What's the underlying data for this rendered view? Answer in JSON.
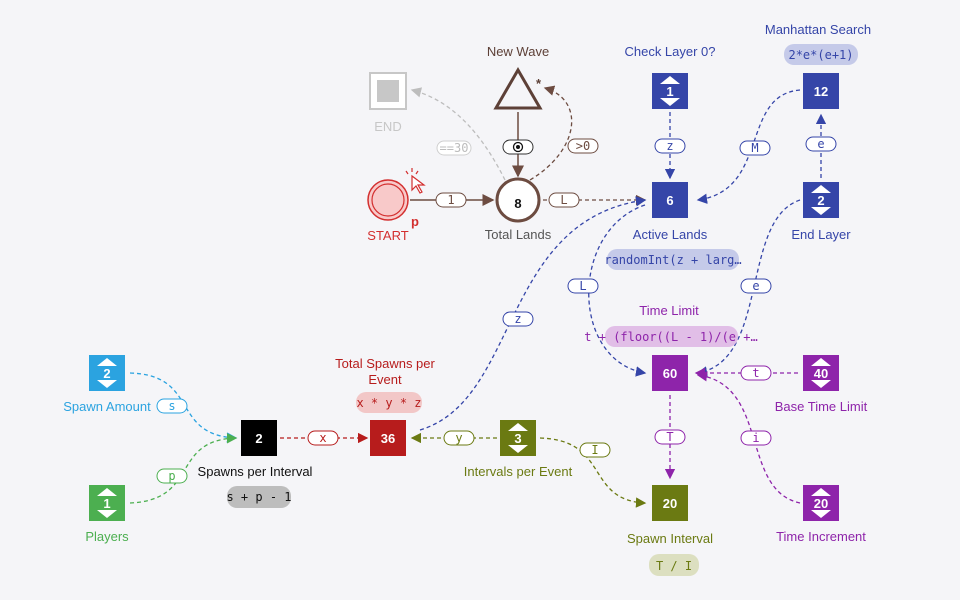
{
  "colors": {
    "blue": "#3545a8",
    "cyan": "#2ba3e0",
    "green": "#4caf50",
    "olive": "#6b7a12",
    "purple": "#8e24aa",
    "red": "#d32f2f",
    "darkred": "#b71c1c",
    "brown": "#6d4c41",
    "gray": "#9e9e9e"
  },
  "nodes": {
    "start": {
      "label": "START",
      "badge": "p"
    },
    "end": {
      "label": "END"
    },
    "new_wave": {
      "label": "New Wave"
    },
    "total_lands": {
      "label": "Total Lands",
      "value": "8"
    },
    "check_layer": {
      "label": "Check Layer 0?",
      "value": "1"
    },
    "active_lands": {
      "label": "Active Lands",
      "value": "6",
      "formula": "randomInt(z + larg…"
    },
    "manhattan_search": {
      "label": "Manhattan Search",
      "value": "12",
      "formula": "2*e*(e+1)"
    },
    "end_layer": {
      "label": "End Layer",
      "value": "2"
    },
    "time_limit": {
      "label": "Time Limit",
      "value": "60",
      "formula": "t + (floor((L - 1)/(e +…"
    },
    "base_time_limit": {
      "label": "Base Time Limit",
      "value": "40"
    },
    "time_increment": {
      "label": "Time Increment",
      "value": "20"
    },
    "spawn_interval": {
      "label": "Spawn Interval",
      "value": "20",
      "formula": "T / I"
    },
    "intervals_per_event": {
      "label": "Intervals per Event",
      "value": "3"
    },
    "total_spawns": {
      "label": "Total Spawns per",
      "label2": "Event",
      "value": "36",
      "formula": "x * y * z"
    },
    "spawns_per_interval": {
      "label": "Spawns per Interval",
      "value": "2",
      "formula": "s + p - 1"
    },
    "spawn_amount": {
      "label": "Spawn Amount",
      "value": "2"
    },
    "players": {
      "label": "Players",
      "value": "1"
    }
  },
  "edges": {
    "start_total": "1",
    "total_end": "==30",
    "total_newwave": ">0",
    "newwave_total": "◉",
    "total_active": "L",
    "check_active": "z",
    "manhattan_active": "M",
    "endlayer_manhattan": "e",
    "endlayer_time": "e",
    "active_time": "L",
    "base_time": "t",
    "inc_time": "i",
    "time_spawninterval": "T",
    "intervals_spawninterval": "I",
    "intervals_total": "y",
    "total_active_z": "z",
    "spi_total": "x",
    "amount_spi": "s",
    "players_spi": "p"
  }
}
